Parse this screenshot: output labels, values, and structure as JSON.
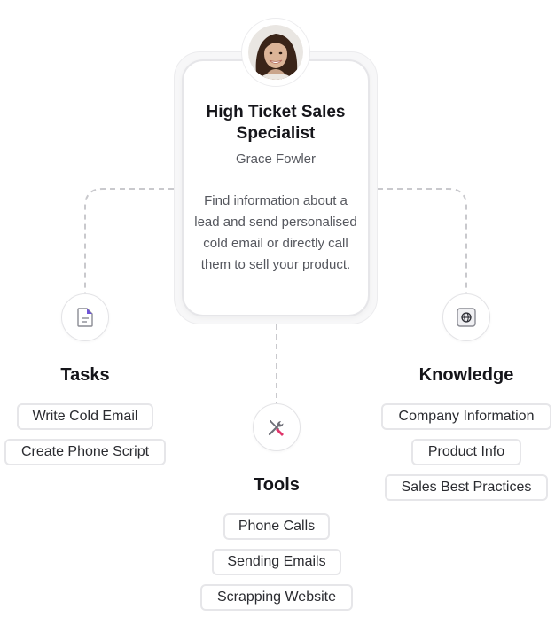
{
  "agent": {
    "title": "High Ticket Sales Specialist",
    "name": "Grace Fowler",
    "description": "Find information about a lead and send personalised cold email or directly call them to sell your product."
  },
  "tasks": {
    "title": "Tasks",
    "icon": "document-icon",
    "items": [
      "Write Cold Email",
      "Create Phone Script"
    ]
  },
  "tools": {
    "title": "Tools",
    "icon": "tools-icon",
    "items": [
      "Phone Calls",
      "Sending Emails",
      "Scrapping Website"
    ]
  },
  "knowledge": {
    "title": "Knowledge",
    "icon": "globe-icon",
    "items": [
      "Company Information",
      "Product Info",
      "Sales Best Practices"
    ]
  },
  "colors": {
    "connector": "#c9c9cd",
    "chip_border": "#e6e6e9",
    "accent_purple": "#6f55d8",
    "accent_pink": "#e0356b"
  }
}
